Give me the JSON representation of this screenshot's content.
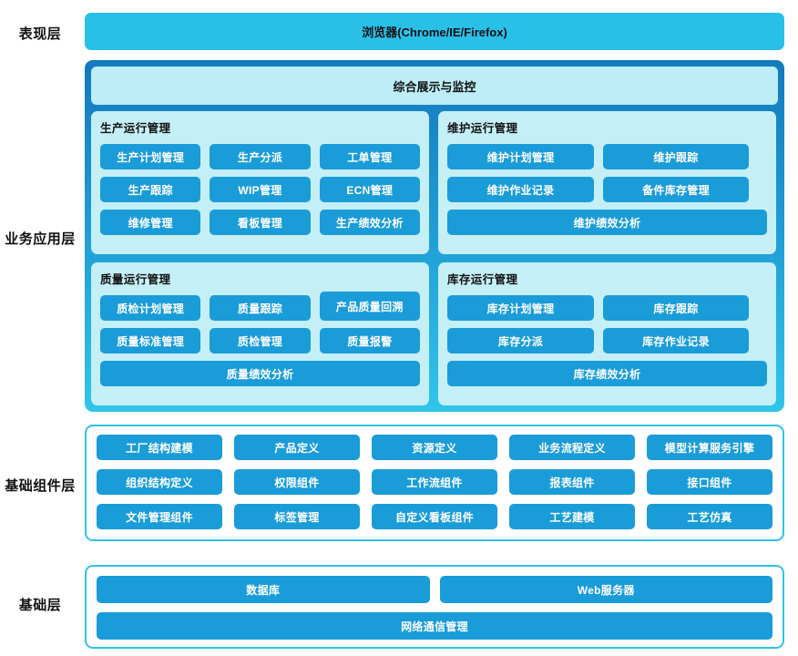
{
  "layers": {
    "presentation": {
      "label": "表现层",
      "browser": "浏览器(Chrome/IE/Firefox)"
    },
    "business": {
      "label": "业务应用层",
      "monitor": "综合展示与监控",
      "panels": [
        {
          "title": "生产运行管理",
          "rows": [
            [
              "生产计划管理",
              "生产分派",
              "工单管理"
            ],
            [
              "生产跟踪",
              "WIP管理",
              "ECN管理"
            ],
            [
              "维修管理",
              "看板管理",
              "生产绩效分析"
            ]
          ]
        },
        {
          "title": "维护运行管理",
          "rows": [
            [
              "维护计划管理",
              "维护跟踪"
            ],
            [
              "维护作业记录",
              "备件库存管理"
            ],
            [
              "维护绩效分析"
            ]
          ]
        },
        {
          "title": "质量运行管理",
          "rows": [
            [
              "质检计划管理",
              "质量跟踪",
              "产品质量回溯"
            ],
            [
              "质量标准管理",
              "质检管理",
              "质量报警"
            ],
            [
              "质量绩效分析"
            ]
          ]
        },
        {
          "title": "库存运行管理",
          "rows": [
            [
              "库存计划管理",
              "库存跟踪"
            ],
            [
              "库存分派",
              "库存作业记录"
            ],
            [
              "库存绩效分析"
            ]
          ]
        }
      ]
    },
    "components": {
      "label": "基础组件层",
      "items": [
        "工厂结构建模",
        "产品定义",
        "资源定义",
        "业务流程定义",
        "模型计算服务引擎",
        "组织结构定义",
        "权限组件",
        "工作流组件",
        "报表组件",
        "接口组件",
        "文件管理组件",
        "标签管理",
        "自定义看板组件",
        "工艺建模",
        "工艺仿真"
      ]
    },
    "foundation": {
      "label": "基础层",
      "row1": [
        "数据库",
        "Web服务器"
      ],
      "row2": [
        "网络通信管理"
      ]
    }
  },
  "colors": {
    "tile": "#1a9cd8",
    "browser_bar": "#29c0e8",
    "panel_fill": "#c5eff6",
    "monitor_fill": "#bdeef7",
    "border_cyan": "#2ec3e8",
    "biz_border_top": "#1479bd",
    "biz_border_bottom": "#31c5e9",
    "text_dark": "#111111",
    "text_light": "#ffffff"
  }
}
